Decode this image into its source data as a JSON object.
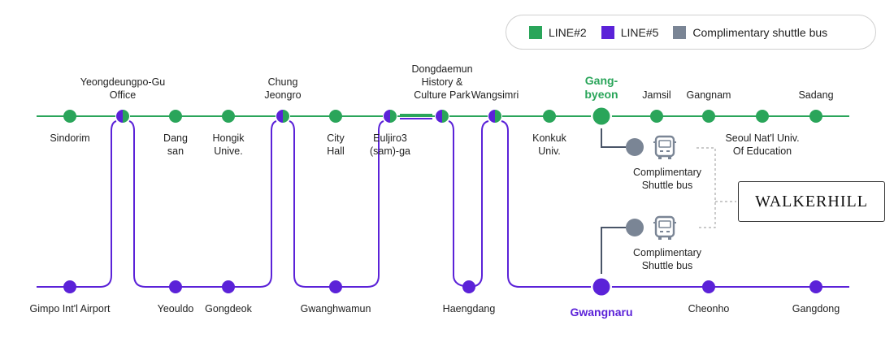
{
  "legend": {
    "items": [
      {
        "label": "LINE#2",
        "color": "#2aa55a"
      },
      {
        "label": "LINE#5",
        "color": "#5b22d8"
      },
      {
        "label": "Complimentary shuttle bus",
        "color": "#7a8595"
      }
    ]
  },
  "colors": {
    "line2": "#2aa55a",
    "line5": "#5b22d8",
    "shuttle": "#7a8595",
    "connector": "#4a5568"
  },
  "line2_stations": [
    {
      "name": [
        "Sindorim"
      ],
      "transfer": false
    },
    {
      "name": [
        "Yeongdeungpo-Gu",
        "Office"
      ],
      "transfer": true
    },
    {
      "name": [
        "Dang",
        "san"
      ],
      "transfer": false
    },
    {
      "name": [
        "Hongik",
        "Unive."
      ],
      "transfer": false
    },
    {
      "name": [
        "Chung",
        "Jeongro"
      ],
      "transfer": true
    },
    {
      "name": [
        "City",
        "Hall"
      ],
      "transfer": false
    },
    {
      "name": [
        "Euljiro3",
        "(sam)-ga"
      ],
      "transfer": true
    },
    {
      "name": [
        "Dongdaemun",
        "History &",
        "Culture Park"
      ],
      "transfer": true
    },
    {
      "name": [
        "Wangsimri"
      ],
      "transfer": true
    },
    {
      "name": [
        "Konkuk",
        "Univ."
      ],
      "transfer": false
    },
    {
      "name": [
        "Gang-",
        "byeon"
      ],
      "transfer": false,
      "highlight": true
    },
    {
      "name": [
        "Jamsil"
      ],
      "transfer": false
    },
    {
      "name": [
        "Gangnam"
      ],
      "transfer": false
    },
    {
      "name": [
        "Seoul Nat'l Univ.",
        "Of Education"
      ],
      "transfer": false
    },
    {
      "name": [
        "Sadang"
      ],
      "transfer": false
    }
  ],
  "line5_stations": [
    {
      "name": "Gimpo Int'l Airport"
    },
    {
      "name": "Yeouldo"
    },
    {
      "name": "Gongdeok"
    },
    {
      "name": "Gwanghwamun"
    },
    {
      "name": "Haengdang"
    },
    {
      "name": "Gwangnaru",
      "highlight": true
    },
    {
      "name": "Cheonho"
    },
    {
      "name": "Gangdong"
    }
  ],
  "shuttle": {
    "top_label": [
      "Complimentary",
      "Shuttle bus"
    ],
    "bottom_label": [
      "Complimentary",
      "Shuttle bus"
    ]
  },
  "destination": "WALKERHILL"
}
